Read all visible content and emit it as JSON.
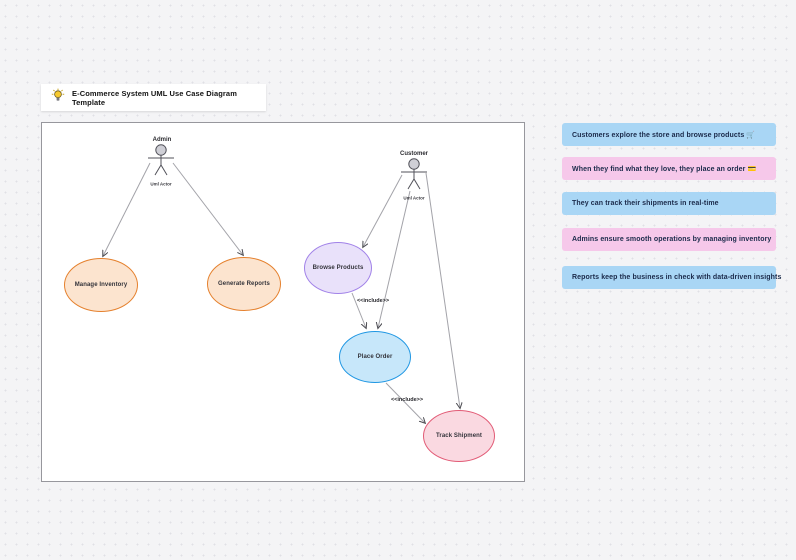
{
  "title_card": {
    "icon": "lightbulb-icon",
    "label": "E-Commerce System UML Use Case Diagram Template"
  },
  "diagram": {
    "actors": [
      {
        "name": "Admin",
        "sublabel": "Uml Actor"
      },
      {
        "name": "Customer",
        "sublabel": "Uml Actor"
      }
    ],
    "use_cases": [
      {
        "label": "Manage Inventory",
        "fill": "#fce4cf",
        "border": "#e5812e"
      },
      {
        "label": "Generate Reports",
        "fill": "#fce4cf",
        "border": "#e5812e"
      },
      {
        "label": "Browse Products",
        "fill": "#e9e1fa",
        "border": "#a182e8"
      },
      {
        "label": "Place Order",
        "fill": "#c7e7fa",
        "border": "#2097e3"
      },
      {
        "label": "Track Shipment",
        "fill": "#fad9e1",
        "border": "#e25b76"
      }
    ],
    "connections": [
      {
        "from": "Admin",
        "to": "Manage Inventory",
        "label": ""
      },
      {
        "from": "Admin",
        "to": "Generate Reports",
        "label": ""
      },
      {
        "from": "Customer",
        "to": "Browse Products",
        "label": ""
      },
      {
        "from": "Customer",
        "to": "Place Order",
        "label": ""
      },
      {
        "from": "Customer",
        "to": "Track Shipment",
        "label": ""
      },
      {
        "from": "Browse Products",
        "to": "Place Order",
        "label": "<<include>>"
      },
      {
        "from": "Place Order",
        "to": "Track Shipment",
        "label": "<<include>>"
      }
    ]
  },
  "notes": [
    {
      "text": "Customers explore the store and browse products 🛒",
      "bg": "#a9d6f5"
    },
    {
      "text": "When they find what they love, they place an order 💳",
      "bg": "#f6c8ea"
    },
    {
      "text": "They can track their shipments in real-time",
      "bg": "#a9d6f5"
    },
    {
      "text": "Admins ensure smooth operations by managing inventory",
      "bg": "#f6c8ea"
    },
    {
      "text": "Reports keep the business in check with data-driven insights",
      "bg": "#a9d6f5"
    }
  ]
}
